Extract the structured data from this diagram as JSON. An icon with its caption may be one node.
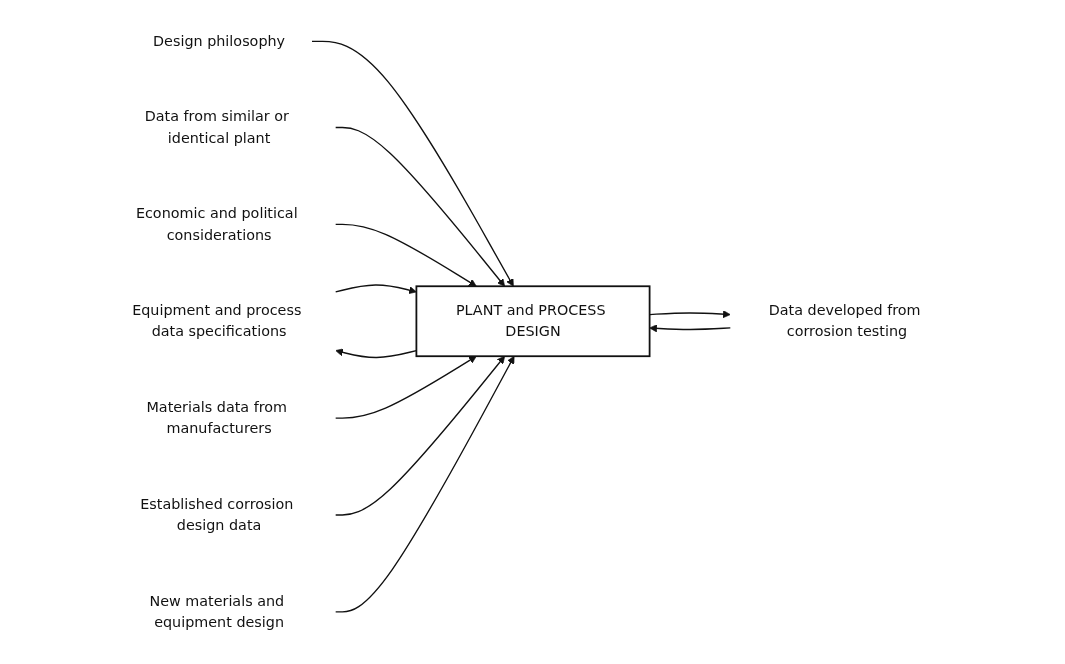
{
  "diagram": {
    "nodes": [
      {
        "text": [
          "Equipment and process data specifications"
        ]
      },
      {
        "text": [
          "Design philosophy"
        ]
      },
      {
        "text": [
          "Data from similar or identical plant"
        ]
      },
      {
        "text": [
          "Economic and political considerations"
        ]
      },
      {
        "text": [
          "PLANT and PROCESS DESIGN"
        ]
      },
      {
        "text": [
          "Materials data from manufacturers"
        ]
      },
      {
        "text": [
          "Established corrosion design data"
        ]
      },
      {
        "text": [
          "New materials and equipment design"
        ]
      },
      {
        "text": [
          "Data developed from corrosion testing"
        ]
      }
    ],
    "edges": [
      {
        "from": 4,
        "to": 0,
        "arrow": "to"
      },
      {
        "from": 0,
        "to": 4,
        "arrow": "to"
      },
      {
        "from": 1,
        "to": 4,
        "arrow": "to"
      },
      {
        "from": 2,
        "to": 4,
        "arrow": "to"
      },
      {
        "from": 3,
        "to": 4,
        "arrow": "to"
      },
      {
        "from": 5,
        "to": 4,
        "arrow": "to"
      },
      {
        "from": 6,
        "to": 4,
        "arrow": "to"
      },
      {
        "from": 7,
        "to": 4,
        "arrow": "to"
      },
      {
        "from": 8,
        "to": 4,
        "arrow": "to"
      },
      {
        "from": 4,
        "to": 8,
        "arrow": "to"
      }
    ]
  }
}
